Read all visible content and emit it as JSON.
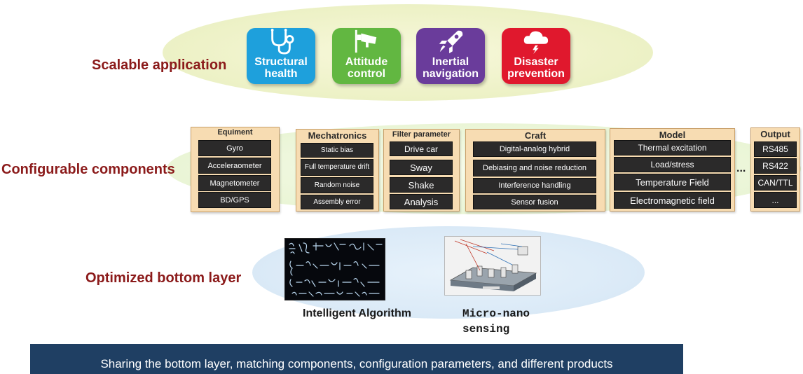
{
  "layers": {
    "top": "Scalable application",
    "middle": "Configurable components",
    "bottom": "Optimized bottom layer"
  },
  "applications": [
    {
      "label": "Structural health",
      "icon": "stethoscope-icon",
      "color": "#1ea0dc"
    },
    {
      "label": "Attitude control",
      "icon": "camera-mount-icon",
      "color": "#62b741"
    },
    {
      "label": "Inertial navigation",
      "icon": "rocket-icon",
      "color": "#6a3c9b"
    },
    {
      "label": "Disaster prevention",
      "icon": "storm-cloud-icon",
      "color": "#e0182d"
    }
  ],
  "components": {
    "equipment": {
      "title": "Equiment",
      "items": [
        "Gyro",
        "Acceleraometer",
        "Magnetometer",
        "BD/GPS"
      ]
    },
    "mechatronics": {
      "title": "Mechatronics",
      "items": [
        "Static bias",
        "Full temperature drift",
        "Random noise",
        "Assembly error"
      ]
    },
    "filter": {
      "title": "Filter parameter",
      "items": [
        "Drive car",
        "Sway",
        "Shake",
        "Analysis"
      ]
    },
    "craft": {
      "title": "Craft",
      "items": [
        "Digital-analog hybrid",
        "Debiasing and noise reduction",
        "Interference handling",
        "Sensor fusion"
      ]
    },
    "model": {
      "title": "Model",
      "items": [
        "Thermal excitation",
        "Load/stress",
        "Temperature Field",
        "Electromagnetic field"
      ]
    },
    "output": {
      "title": "Output",
      "items": [
        "RS485",
        "RS422",
        "CAN/TTL",
        "..."
      ]
    },
    "ellipsis": "..."
  },
  "bottom": {
    "algorithm_caption": "Intelligent Algorithm",
    "sensing_caption": "Micro-nano sensing"
  },
  "banner": "Sharing the bottom layer, matching components, configuration parameters, and different products"
}
